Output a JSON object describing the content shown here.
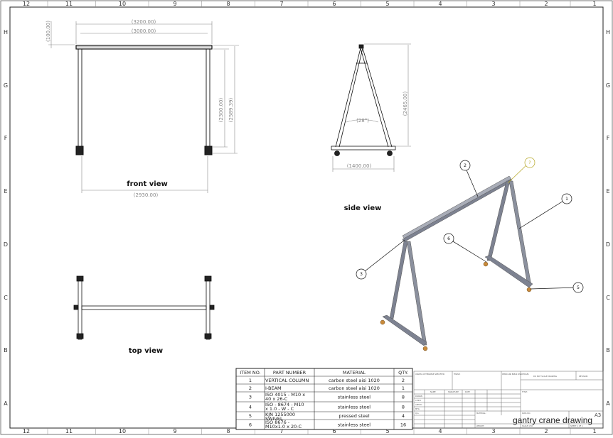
{
  "zones": {
    "columns": [
      "12",
      "11",
      "10",
      "9",
      "8",
      "7",
      "6",
      "5",
      "4",
      "3",
      "2",
      "1"
    ],
    "rows": [
      "H",
      "G",
      "F",
      "E",
      "D",
      "C",
      "B",
      "A"
    ]
  },
  "views": {
    "front": {
      "label": "front view",
      "dims": [
        "(3200.00)",
        "(3000.00)",
        "(100.00)",
        "(2300.00)",
        "(2589.39)",
        "(2930.00)"
      ]
    },
    "side": {
      "label": "side view",
      "dims": [
        "(2465.00)",
        "(28°)",
        "(1400.00)"
      ]
    },
    "top": {
      "label": "top view"
    }
  },
  "balloons": [
    "1",
    "2",
    "3",
    "5",
    "6",
    "?"
  ],
  "colors": {
    "frame_steel": "#7d8291",
    "caster": "#c98a3a",
    "unresolved_balloon": "#b5a623"
  },
  "bom": {
    "headers": [
      "ITEM NO.",
      "PART NUMBER",
      "MATERIAL",
      "QTY."
    ],
    "rows": [
      [
        "1",
        "VERTICAL COLUMN",
        "carbon steel aisi 1020",
        "2"
      ],
      [
        "2",
        "I-BEAM",
        "carbon steel aisi 1020",
        "1"
      ],
      [
        "3",
        "ISO 4015 - M10 x 40 x 26-C",
        "stainless steel",
        "8"
      ],
      [
        "4",
        "ISO - 8674 - M10 x 1.0 - W - C",
        "stainless steel",
        "8"
      ],
      [
        "5",
        "KJN 1255000 SWIVEL",
        "pressed steel",
        "4"
      ],
      [
        "6",
        "ISO 8676 - M10x1.0 x 20-C",
        "stainless steel",
        "16"
      ]
    ]
  },
  "title_block": {
    "unless": "UNLESS OTHERWISE SPECIFIED:",
    "finish": "FINISH:",
    "debur": "DEBUR AND BREAK SHARP EDGES",
    "do_not_scale": "DO NOT SCALE DRAWING",
    "revision": "REVISION",
    "name": "NAME",
    "signature": "SIGNATURE",
    "date": "DATE",
    "rows": [
      "DRAWN",
      "CHK'D",
      "APPV'D",
      "MFG",
      "Q.A"
    ],
    "title_label": "TITLE:",
    "material": "MATERIAL:",
    "dwg_no": "DWG NO.",
    "dwg_title": "gantry crane drawing",
    "size": "A3",
    "weight": "WEIGHT:",
    "scale": "SCALE:1:50",
    "sheet": "SHEET 1 OF 1"
  }
}
